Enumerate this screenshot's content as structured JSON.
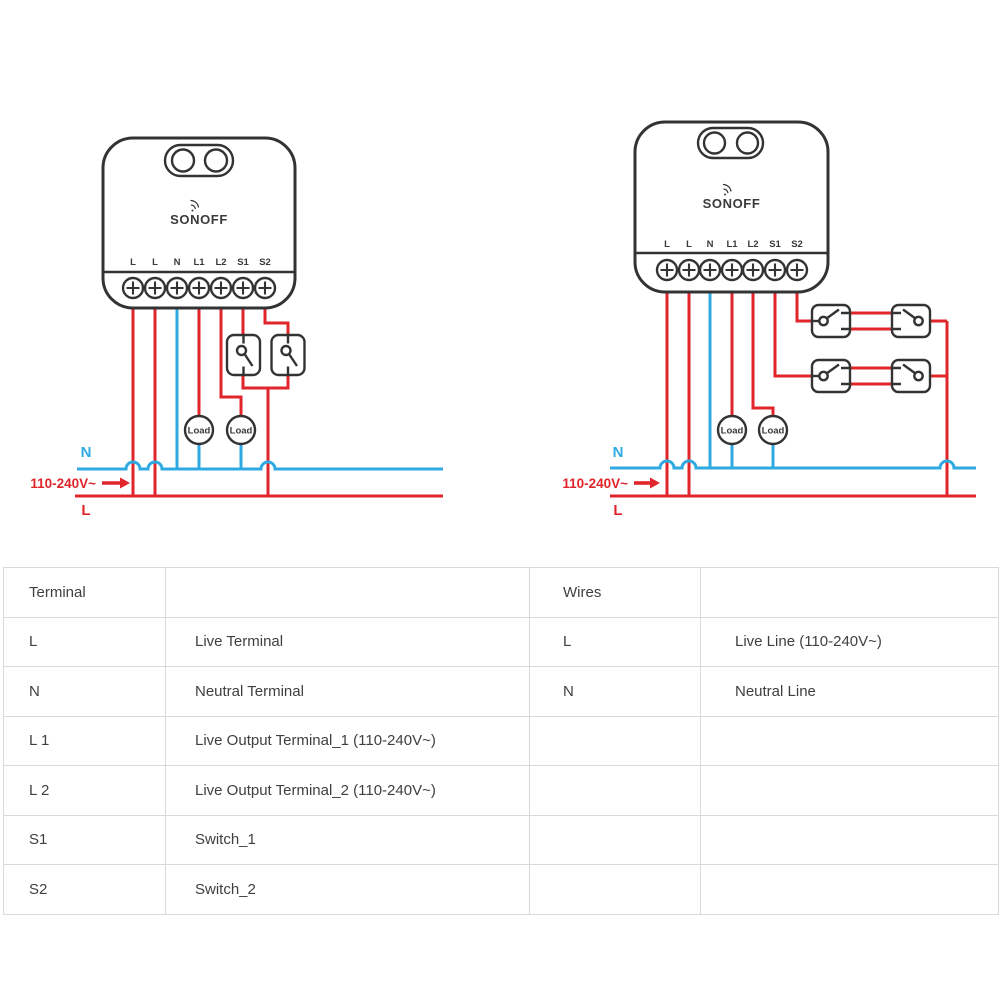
{
  "colors": {
    "wire_red": "#e0252b",
    "wire_blue": "#2fa9e1",
    "outline": "#333333",
    "table_border": "#d9d9d9",
    "text": "#3f3f3f"
  },
  "devices": {
    "brand": "SONOFF",
    "terminals": [
      "L",
      "L",
      "N",
      "L1",
      "L2",
      "S1",
      "S2"
    ]
  },
  "labels": {
    "neutral": "N",
    "live": "L",
    "voltage": "110-240V~",
    "load": "Load"
  },
  "table": {
    "rows": [
      [
        "Terminal",
        "",
        "Wires",
        ""
      ],
      [
        "L",
        "Live Terminal",
        "L",
        "Live Line (110-240V~)"
      ],
      [
        "N",
        "Neutral Terminal",
        "N",
        "Neutral Line"
      ],
      [
        "L 1",
        "Live Output Terminal_1 (110-240V~)",
        "",
        ""
      ],
      [
        "L 2",
        "Live Output Terminal_2 (110-240V~)",
        "",
        ""
      ],
      [
        "S1",
        "Switch_1",
        "",
        ""
      ],
      [
        "S2",
        "Switch_2",
        "",
        ""
      ]
    ]
  }
}
